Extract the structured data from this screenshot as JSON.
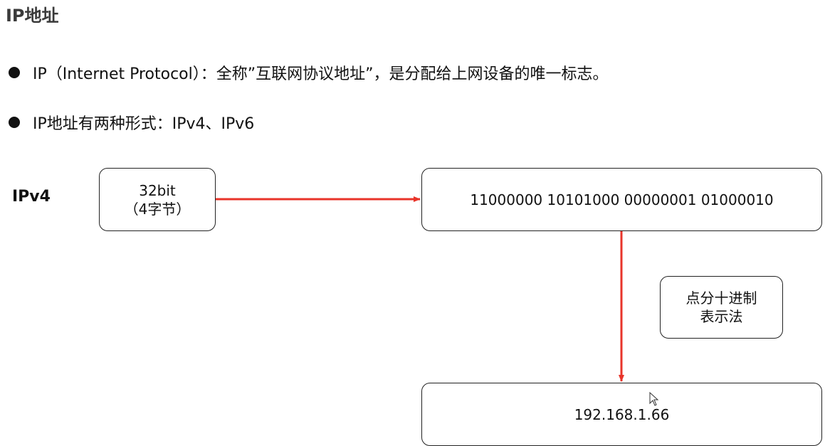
{
  "title": "IP地址",
  "bullets": [
    "IP（Internet Protocol）：全称”互联网协议地址”，是分配给上网设备的唯一标志。",
    "IP地址有两种形式：IPv4、IPv6"
  ],
  "diagram": {
    "row_label": "IPv4",
    "bits_line1": "32bit",
    "bits_line2": "（4字节）",
    "binary": "11000000 10101000 00000001 01000010",
    "note_line1": "点分十进制",
    "note_line2": "表示法",
    "decimal": "192.168.1.66"
  },
  "colors": {
    "arrow": "#e8342a",
    "text": "#111111",
    "title": "#3a3a3a"
  },
  "icons": [
    "mouse-cursor-icon"
  ]
}
